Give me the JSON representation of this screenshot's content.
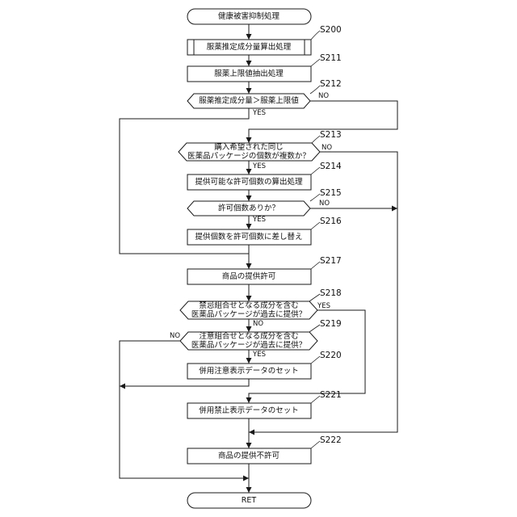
{
  "flowchart": {
    "start": "健康被害抑制処理",
    "end": "RET",
    "steps": [
      {
        "id": "S200",
        "tag": "S200",
        "text": [
          "服薬推定成分量算出処理"
        ]
      },
      {
        "id": "S211",
        "tag": "S211",
        "text": [
          "服薬上限値抽出処理"
        ]
      },
      {
        "id": "S212",
        "tag": "S212",
        "text": [
          "服薬推定成分量＞服薬上限値"
        ]
      },
      {
        "id": "S213",
        "tag": "S213",
        "text": [
          "購入希望された同じ",
          "医薬品パッケージの個数が複数か？"
        ]
      },
      {
        "id": "S214",
        "tag": "S214",
        "text": [
          "提供可能な許可個数の算出処理"
        ]
      },
      {
        "id": "S215",
        "tag": "S215",
        "text": [
          "許可個数ありか？"
        ]
      },
      {
        "id": "S216",
        "tag": "S216",
        "text": [
          "提供個数を許可個数に差し替え"
        ]
      },
      {
        "id": "S217",
        "tag": "S217",
        "text": [
          "商品の提供許可"
        ]
      },
      {
        "id": "S218",
        "tag": "S218",
        "text": [
          "禁忌組合せとなる成分を含む",
          "医薬品パッケージが過去に提供？"
        ]
      },
      {
        "id": "S219",
        "tag": "S219",
        "text": [
          "注意組合せとなる成分を含む",
          "医薬品パッケージが過去に提供？"
        ]
      },
      {
        "id": "S220",
        "tag": "S220",
        "text": [
          "併用注意表示データのセット"
        ]
      },
      {
        "id": "S221",
        "tag": "S221",
        "text": [
          "併用禁止表示データのセット"
        ]
      },
      {
        "id": "S222",
        "tag": "S222",
        "text": [
          "商品の提供不許可"
        ]
      }
    ],
    "branch_labels": {
      "S212_no": "NO",
      "S212_yes": "YES",
      "S213_no": "NO",
      "S213_yes": "YES",
      "S215_no": "NO",
      "S215_yes": "YES",
      "S218_no": "NO",
      "S218_yes": "YES",
      "S219_no": "NO",
      "S219_yes": "YES"
    }
  }
}
